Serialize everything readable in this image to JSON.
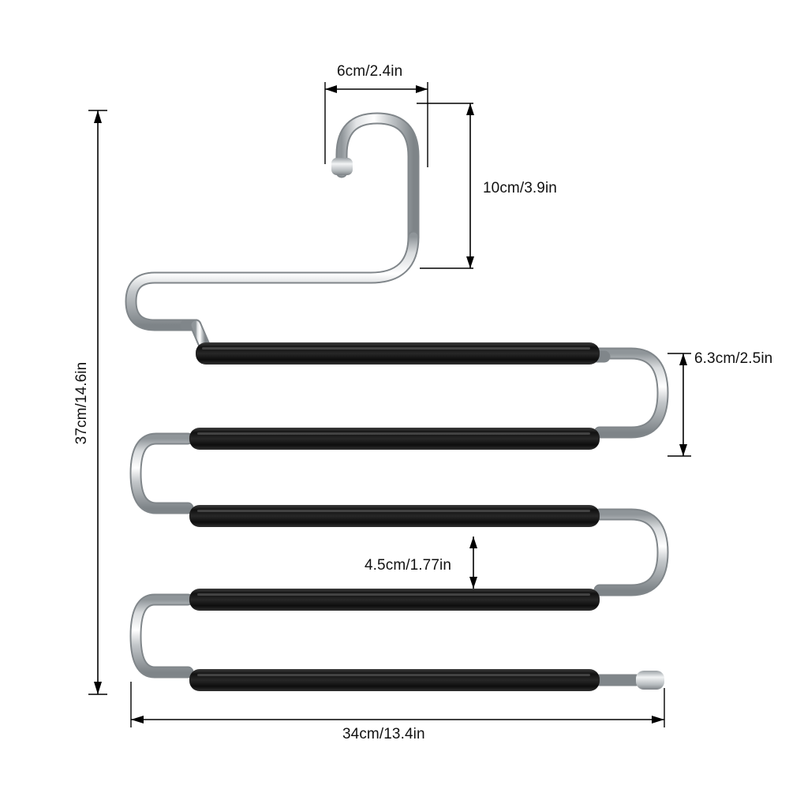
{
  "diagram": {
    "title": "Multi-layer S-shaped pants hanger dimension diagram",
    "product": {
      "name": "5-tier S-shape trouser hanger",
      "metal_color": "#c9ccce",
      "metal_shadow": "#8d9296",
      "metal_highlight": "#ffffff",
      "grip_color": "#1b1b1b",
      "grip_highlight": "#4a4a4a",
      "background": "#ffffff",
      "tiers": 5
    },
    "dimensions": {
      "hook_width": "6cm/2.4in",
      "hook_height": "10cm/3.9in",
      "bar_gap": "6.3cm/2.5in",
      "tier_gap": "4.5cm/1.77in",
      "total_width": "34cm/13.4in",
      "total_height": "37cm/14.6in"
    },
    "annotation_color": "#000000",
    "icons": {
      "arrow_left": "arrow-left-icon",
      "arrow_right": "arrow-right-icon",
      "arrow_up": "arrow-up-icon",
      "arrow_down": "arrow-down-icon"
    }
  }
}
